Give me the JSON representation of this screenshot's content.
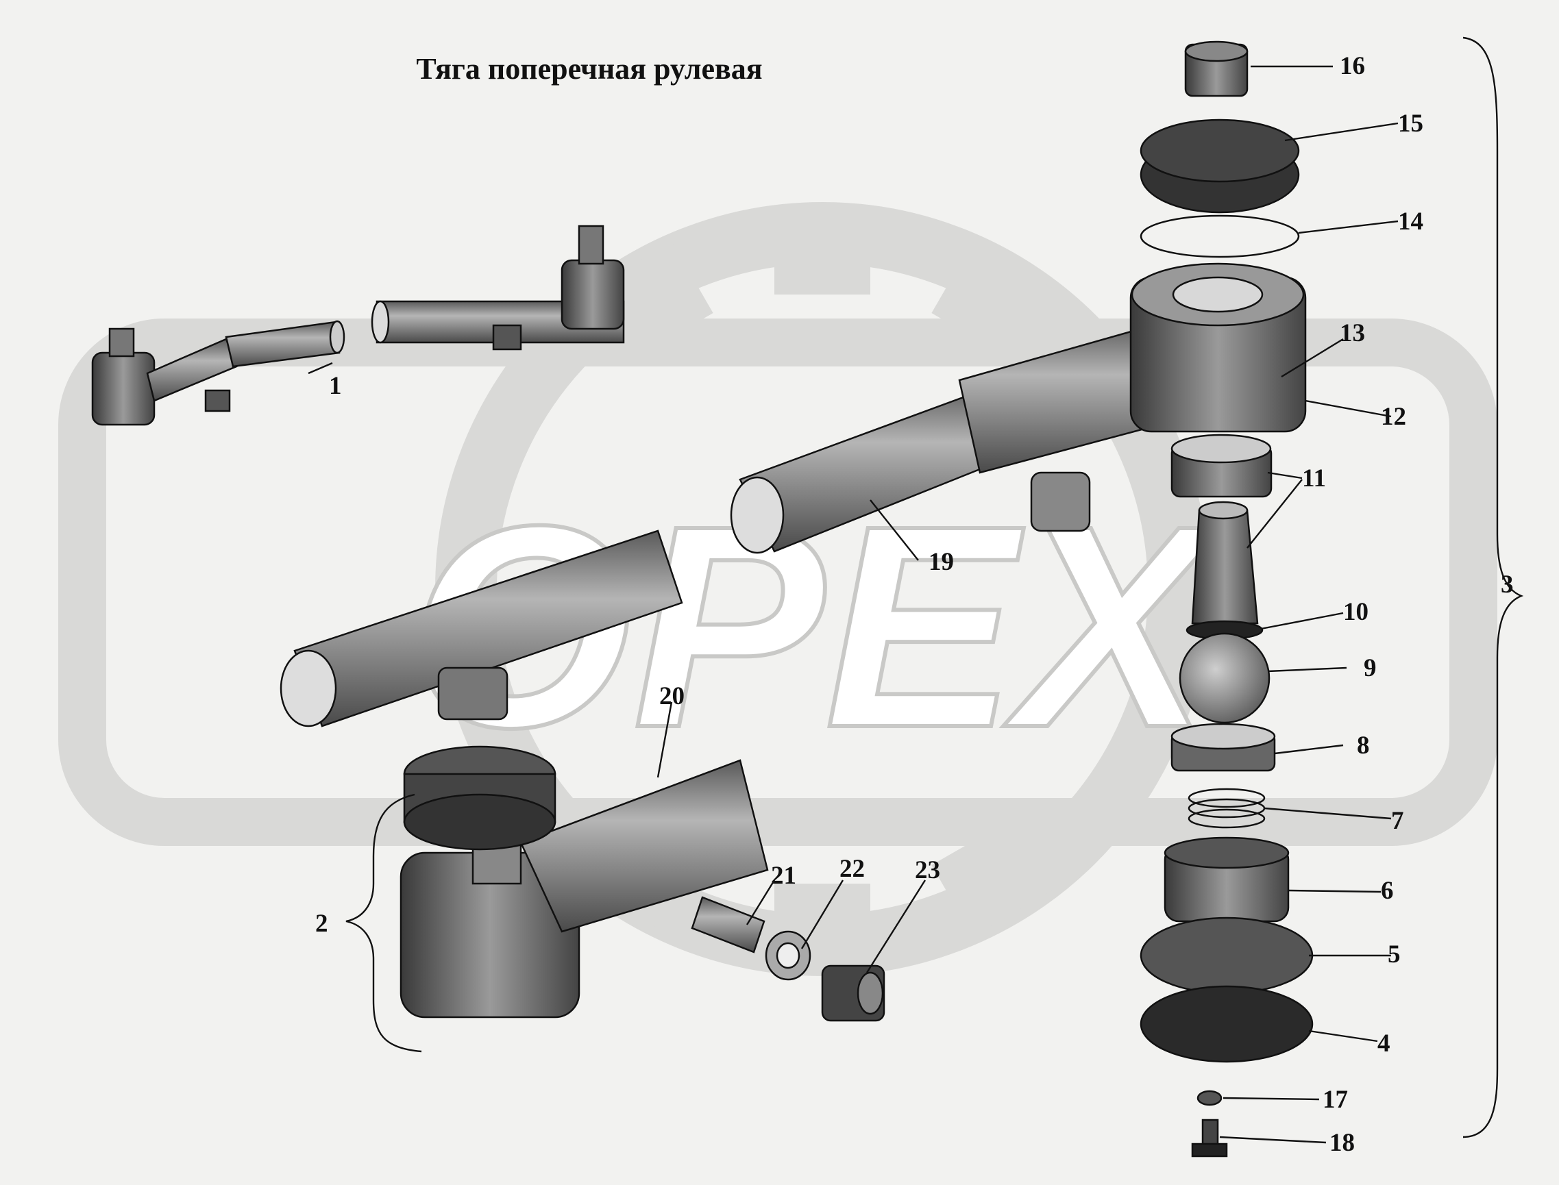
{
  "title": "Тяга поперечная рулевая",
  "watermark": "OPEX",
  "colors": {
    "background": "#f2f2f0",
    "watermark": "#d9d9d7",
    "part_dark": "#2a2a2a",
    "part_mid": "#7d7d7d",
    "part_light": "#b9b9b9",
    "ink": "#111111"
  },
  "callouts": [
    "1",
    "2",
    "3",
    "4",
    "5",
    "6",
    "7",
    "8",
    "9",
    "10",
    "11",
    "12",
    "13",
    "14",
    "15",
    "16",
    "17",
    "18",
    "19",
    "20",
    "21",
    "22",
    "23"
  ]
}
